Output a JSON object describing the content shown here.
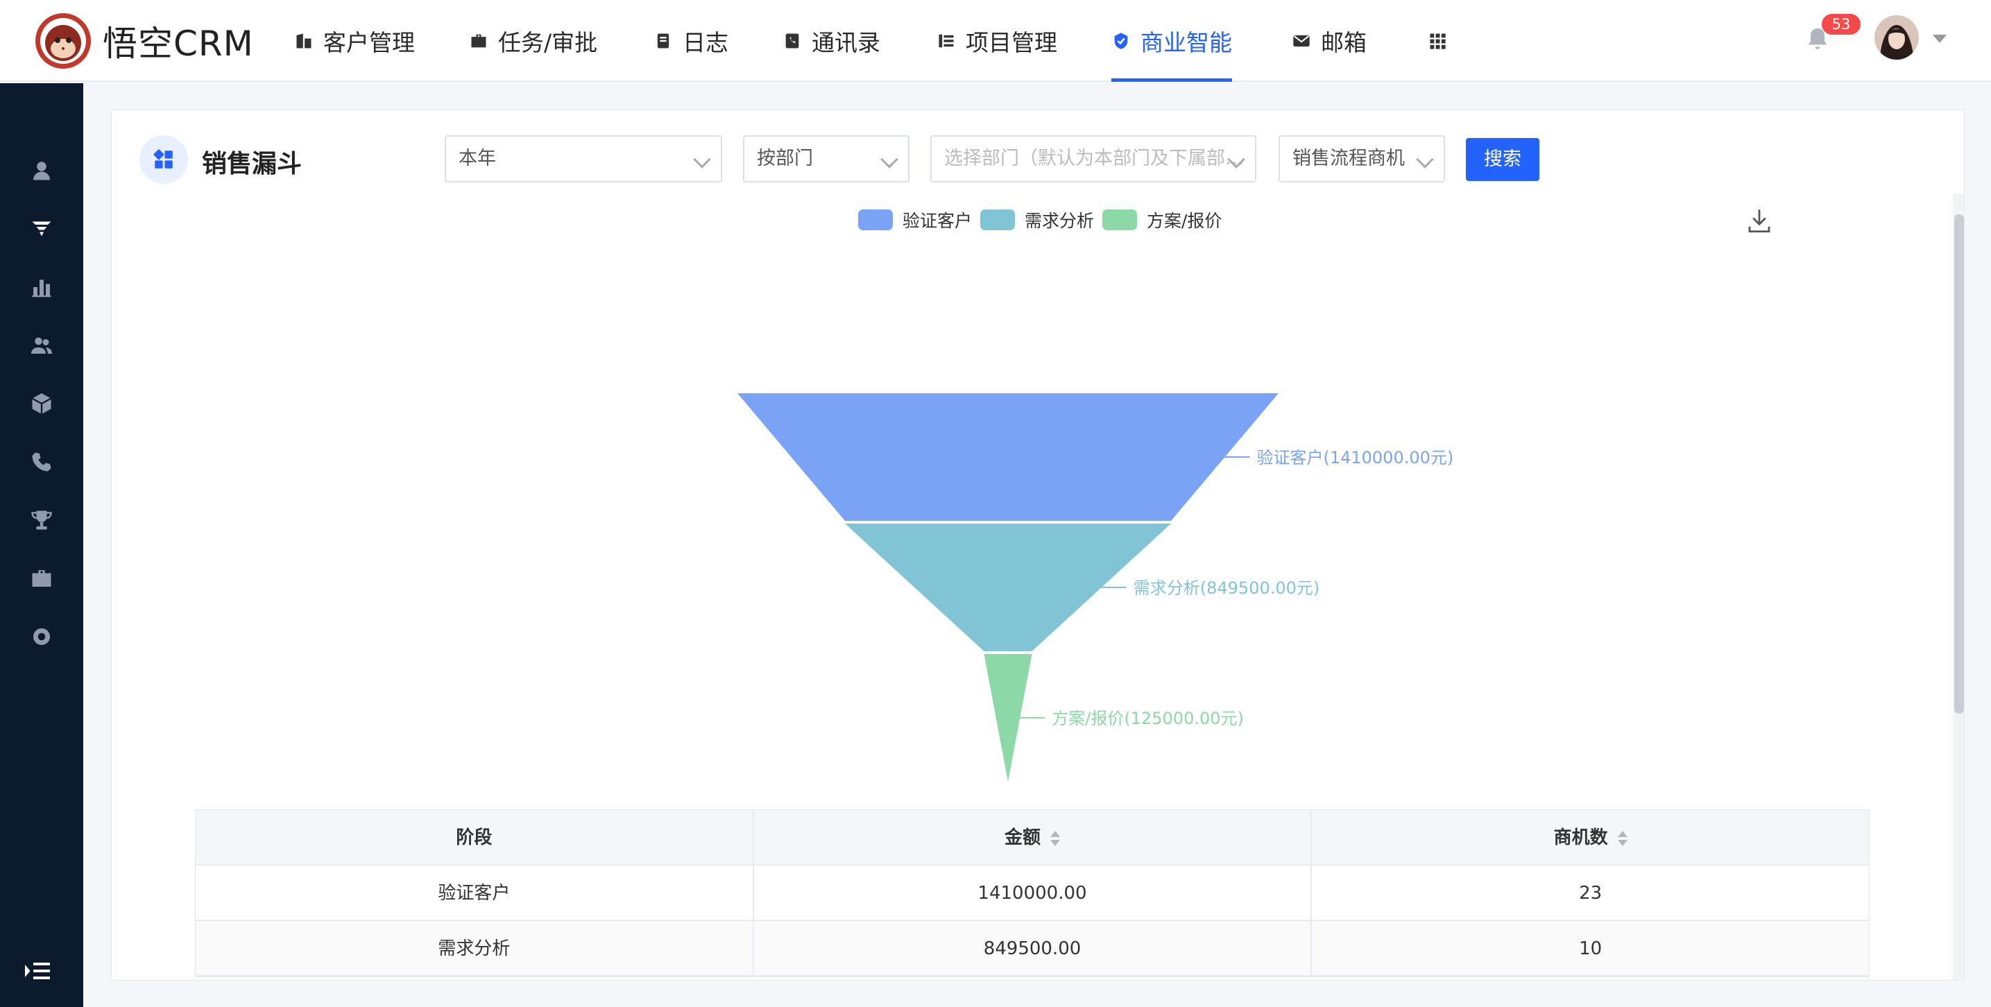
{
  "app": {
    "brand": "悟空CRM"
  },
  "nav": {
    "items": [
      {
        "label": "客户管理",
        "icon": "building-icon"
      },
      {
        "label": "任务/审批",
        "icon": "briefcase-icon"
      },
      {
        "label": "日志",
        "icon": "notebook-icon"
      },
      {
        "label": "通讯录",
        "icon": "phone-book-icon"
      },
      {
        "label": "项目管理",
        "icon": "project-list-icon"
      },
      {
        "label": "商业智能",
        "icon": "shield-check-icon",
        "active": true
      },
      {
        "label": "邮箱",
        "icon": "envelope-icon"
      }
    ],
    "notification_count": "53"
  },
  "sidebar": {
    "items": [
      "user-icon",
      "funnel-icon",
      "bar-chart-icon",
      "team-icon",
      "box-icon",
      "phone-icon",
      "trophy-icon",
      "briefcase-icon",
      "settings-gear-icon"
    ]
  },
  "page": {
    "title": "销售漏斗",
    "filters": {
      "period": "本年",
      "scope": "按部门",
      "department_placeholder": "选择部门（默认为本部门及下属部…",
      "process": "销售流程商机"
    },
    "search_label": "搜索"
  },
  "colors": {
    "accent": "#2362fb",
    "stage1": "#7aa3f6",
    "stage2": "#80c4d6",
    "stage3": "#8cd8a6"
  },
  "chart_data": {
    "type": "funnel",
    "legend": [
      "验证客户",
      "需求分析",
      "方案/报价"
    ],
    "series": [
      {
        "name": "验证客户",
        "value": 1410000.0,
        "label": "验证客户(1410000.00元)"
      },
      {
        "name": "需求分析",
        "value": 849500.0,
        "label": "需求分析(849500.00元)"
      },
      {
        "name": "方案/报价",
        "value": 125000.0,
        "label": "方案/报价(125000.00元)"
      }
    ]
  },
  "table": {
    "headers": [
      "阶段",
      "金额",
      "商机数"
    ],
    "rows": [
      [
        "验证客户",
        "1410000.00",
        "23"
      ],
      [
        "需求分析",
        "849500.00",
        "10"
      ]
    ]
  }
}
